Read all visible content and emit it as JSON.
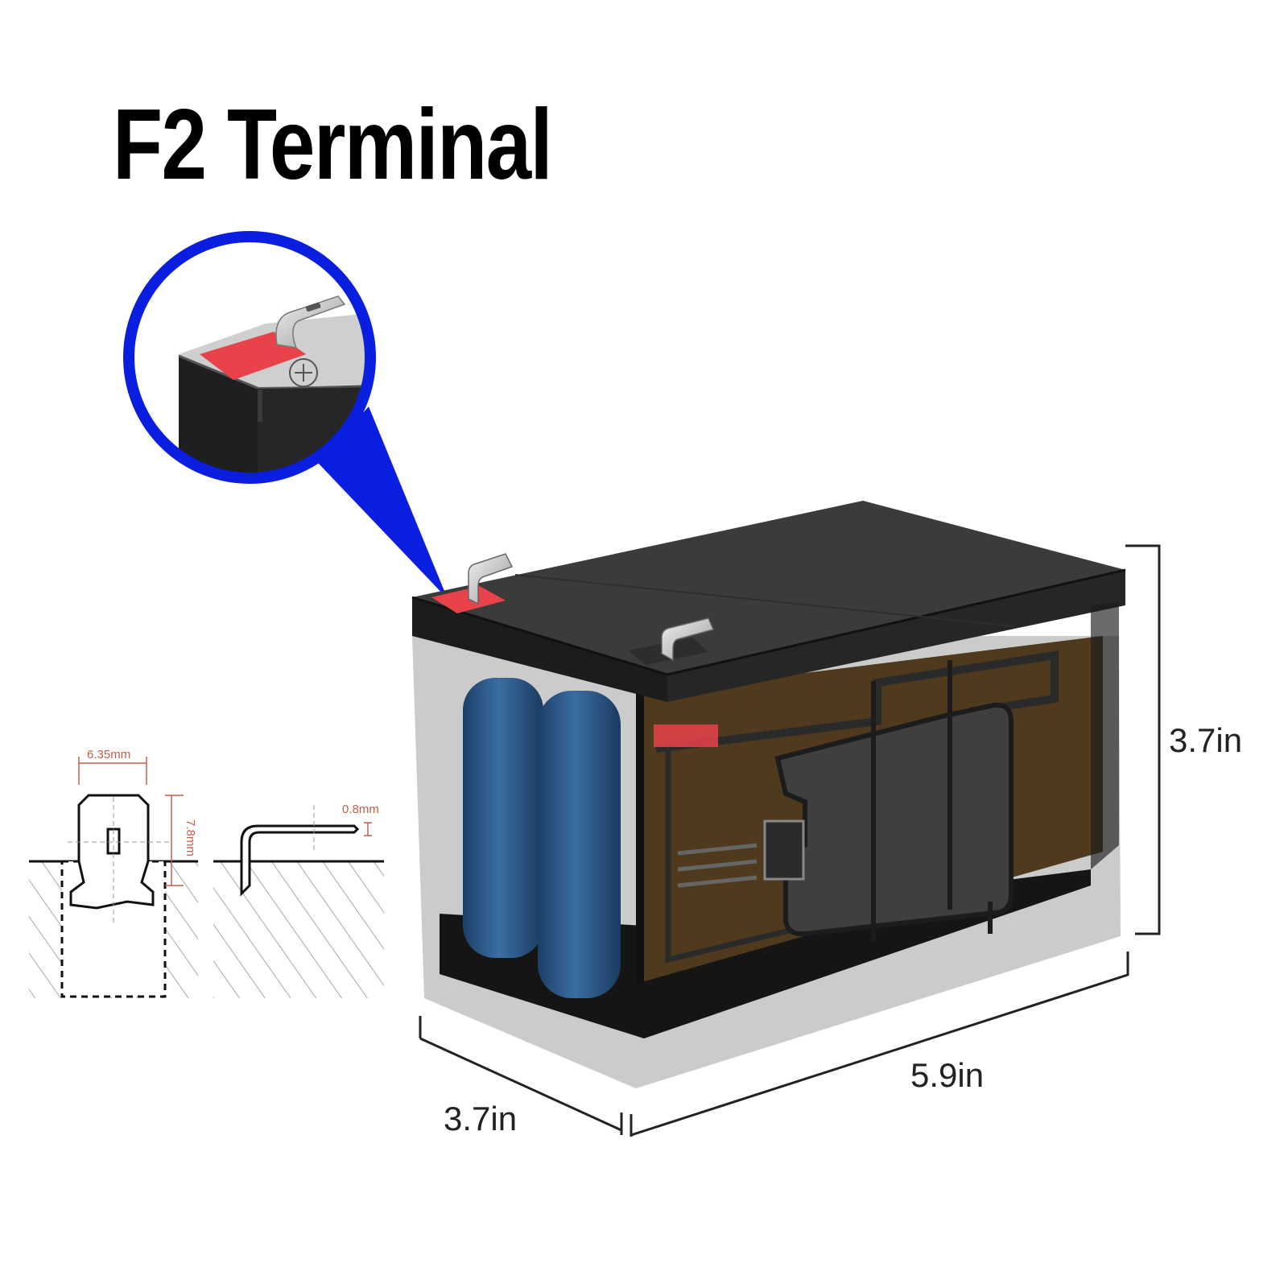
{
  "title": "F2 Terminal",
  "dimensions": {
    "height": "3.7in",
    "width": "3.7in",
    "length": "5.9in"
  },
  "terminal_spec": {
    "tab_width": "6.35mm",
    "tab_height": "7.8mm",
    "tab_thickness": "0.8mm"
  },
  "colors": {
    "callout_blue": "#0a1ee0",
    "terminal_red": "#e8424a",
    "cell_blue": "#27527e",
    "case_dark": "#222222",
    "pcb_brown": "#4f3a1e"
  },
  "icons": [
    "plus-sign-icon"
  ]
}
